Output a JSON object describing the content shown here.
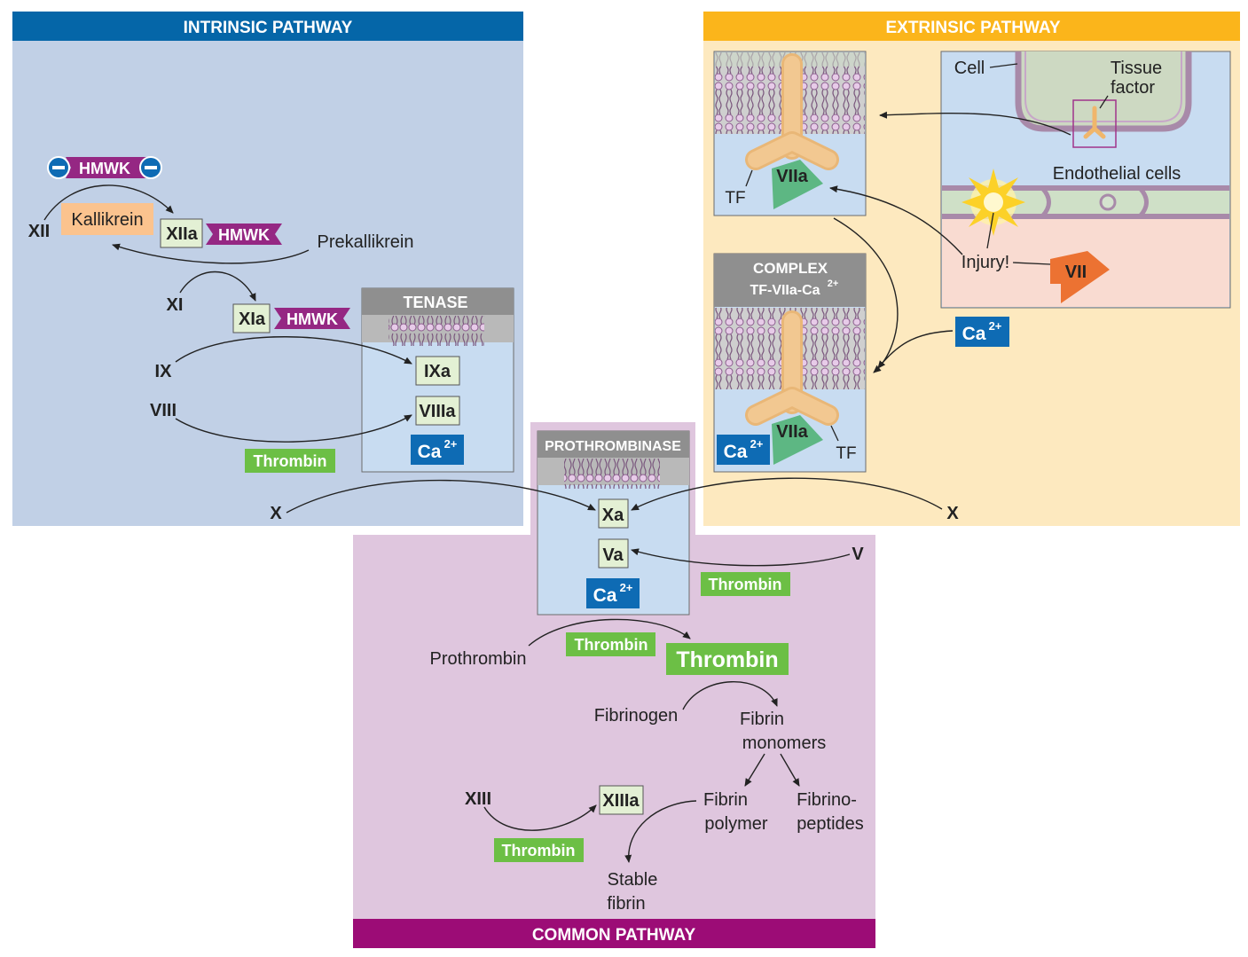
{
  "intrinsic": {
    "title": "INTRINSIC PATHWAY",
    "hmwk": "HMWK",
    "xii": "XII",
    "kallikrein": "Kallikrein",
    "xiia": "XIIa",
    "prekallikrein": "Prekallikrein",
    "xi": "XI",
    "xia": "XIa",
    "ix": "IX",
    "viii": "VIII",
    "thrombin": "Thrombin",
    "x": "X"
  },
  "tenase": {
    "title": "TENASE",
    "ixa": "IXa",
    "viiia": "VIIIa",
    "ca": "Ca",
    "ca_sup": "2+"
  },
  "extrinsic": {
    "title": "EXTRINSIC PATHWAY",
    "cell": "Cell",
    "tissue_factor_1": "Tissue",
    "tissue_factor_2": "factor",
    "endothelial": "Endothelial cells",
    "injury": "Injury!",
    "vii": "VII",
    "viia": "VIIa",
    "tf": "TF",
    "ca": "Ca",
    "ca_sup": "2+",
    "x": "X"
  },
  "complex": {
    "title_1": "COMPLEX",
    "title_2": "TF-VIIa-Ca",
    "title_sup": "2+",
    "viia": "VIIa",
    "tf": "TF",
    "ca": "Ca",
    "ca_sup": "2+"
  },
  "prothrombinase": {
    "title": "PROTHROMBINASE",
    "xa": "Xa",
    "va": "Va",
    "ca": "Ca",
    "ca_sup": "2+"
  },
  "common": {
    "title": "COMMON PATHWAY",
    "v": "V",
    "thrombin": "Thrombin",
    "prothrombin": "Prothrombin",
    "thrombin_big": "Thrombin",
    "fibrinogen": "Fibrinogen",
    "fibrin_monomers_1": "Fibrin",
    "fibrin_monomers_2": "monomers",
    "fibrin_polymer_1": "Fibrin",
    "fibrin_polymer_2": "polymer",
    "fibrinopeptides_1": "Fibrino-",
    "fibrinopeptides_2": "peptides",
    "xiii": "XIII",
    "xiiia": "XIIIa",
    "stable_1": "Stable",
    "stable_2": "fibrin"
  },
  "colors": {
    "intrinsic_bg": "#c1d0e6",
    "intrinsic_header": "#0566a8",
    "extrinsic_bg": "#fde9bf",
    "extrinsic_header": "#fbb51b",
    "common_bg": "#dfc6de",
    "common_header": "#9c0c76",
    "inner_blue": "#c8dcf1",
    "factor_box": "#e3f0d4",
    "thrombin_green": "#6cbf45",
    "hmwk_purple": "#952783",
    "ca_blue": "#0e6bb4",
    "kallikrein_orange": "#fbc38e",
    "viia_green": "#5db783",
    "vii_orange": "#ec7232",
    "tf_tan": "#f2c891",
    "gray_header": "#8f8f8f"
  }
}
